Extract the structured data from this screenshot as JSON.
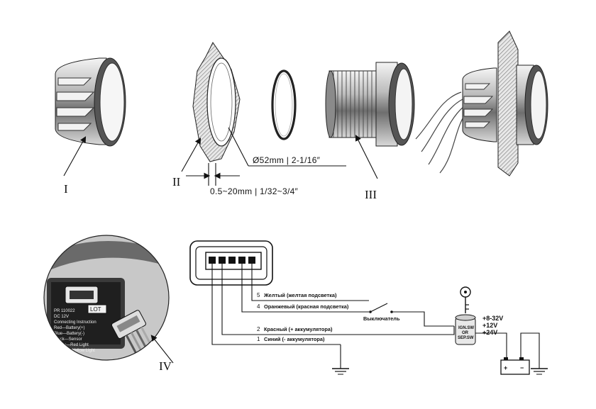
{
  "callouts": {
    "part_1": "I",
    "part_2": "II",
    "part_3": "III",
    "part_4": "IV"
  },
  "dimensions": {
    "hole_diameter": "Ø52mm | 2-1/16″",
    "panel_thickness": "0.5~20mm | 1/32~3/4″"
  },
  "wiring": {
    "wires": [
      {
        "number": "5",
        "label": "Желтый (желтая подсветка)"
      },
      {
        "number": "4",
        "label": "Оранжевый (красная подсветка)"
      },
      {
        "number": "2",
        "label": "Красный (+ аккумулятора)"
      },
      {
        "number": "1",
        "label": "Синий (- аккумулятора)"
      }
    ],
    "switch_label": "Выключатель",
    "ignition_switch": [
      "IGN.SW",
      "OR",
      "SEP.SW"
    ],
    "voltages": [
      "+8-32V",
      "+12V",
      "+24V"
    ],
    "battery_terminals": [
      "+",
      "−"
    ]
  },
  "connector_photo": {
    "label_lines": [
      "PR 110022",
      "DC 12V",
      "Connecting Instruction",
      "Red—Battery(+)",
      "Blue—Battery(-)",
      "Black—Sensor",
      "Yellow—Red Light",
      "Orange—Yellow Light"
    ],
    "tag": "LOT"
  }
}
